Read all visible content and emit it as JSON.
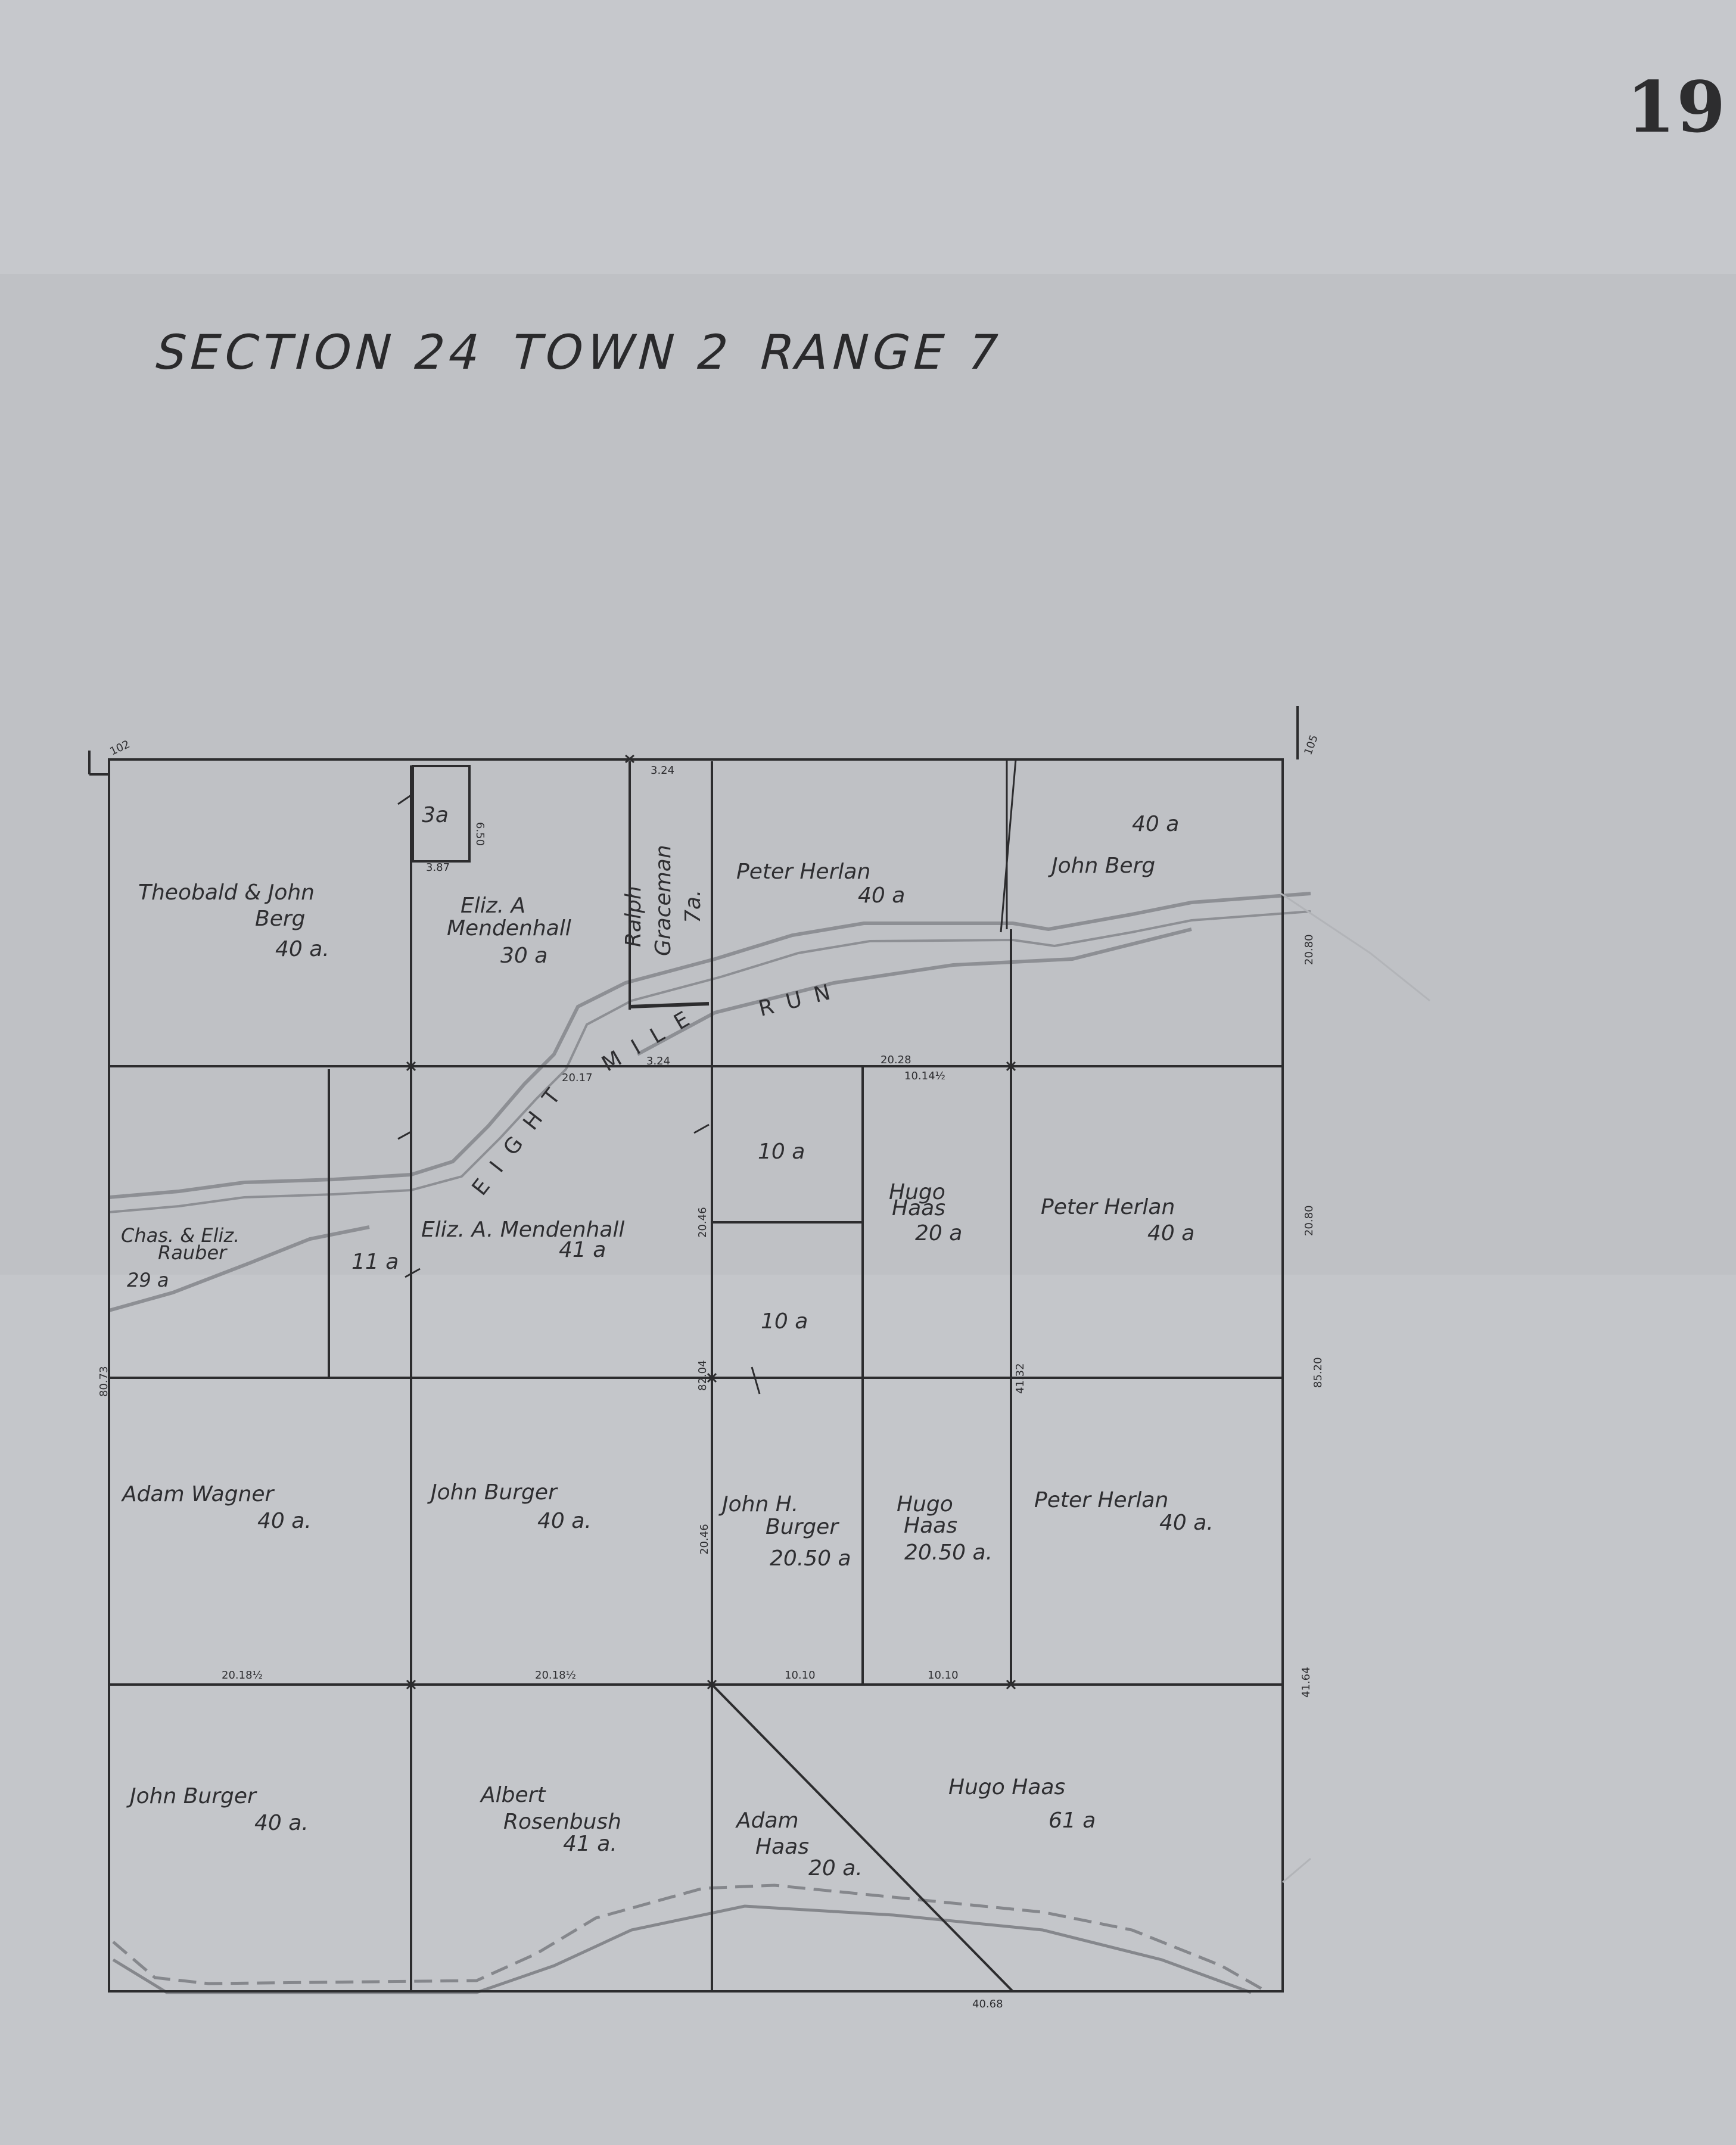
{
  "page_number": "19",
  "title": {
    "section": "SECTION  24",
    "town": "TOWN 2",
    "range": "RANGE  7"
  },
  "colors": {
    "background": "#c3c5c9",
    "ink": "#2e2e31",
    "stream": "#8d8f94"
  },
  "stream_name": [
    "EIGHT",
    "MILE",
    "RUN"
  ],
  "parcels": [
    {
      "id": "theobald-john-berg",
      "lines": [
        "Theobald & John",
        "Berg",
        "40 a."
      ]
    },
    {
      "id": "small-3a",
      "lines": [
        "3a"
      ]
    },
    {
      "id": "eliz-mendenhall-north",
      "lines": [
        "Eliz. A",
        "Mendenhall",
        "30 a"
      ]
    },
    {
      "id": "ralph-graceman",
      "lines": [
        "Ralph",
        "Graceman",
        "7a."
      ]
    },
    {
      "id": "peter-herlan-north",
      "lines": [
        "Peter  Herlan",
        "40 a"
      ]
    },
    {
      "id": "john-berg-north",
      "lines": [
        "40 a",
        "John  Berg"
      ]
    },
    {
      "id": "chas-eliz-rauber",
      "lines": [
        "Chas. & Eliz.",
        "Rauber",
        "29 a"
      ]
    },
    {
      "id": "parcel-11a",
      "lines": [
        "11 a"
      ]
    },
    {
      "id": "eliz-mendenhall-41a",
      "lines": [
        "Eliz. A. Mendenhall",
        "41 a"
      ]
    },
    {
      "id": "parcel-10a-upper",
      "lines": [
        "10 a"
      ]
    },
    {
      "id": "parcel-10a-lower",
      "lines": [
        "10 a"
      ]
    },
    {
      "id": "hugo-haas-20a",
      "lines": [
        "Hugo",
        "Haas",
        "20 a"
      ]
    },
    {
      "id": "peter-herlan-middle",
      "lines": [
        "Peter  Herlan",
        "40 a"
      ]
    },
    {
      "id": "adam-wagner",
      "lines": [
        "Adam   Wagner",
        "40 a."
      ]
    },
    {
      "id": "john-burger-middle",
      "lines": [
        "John   Burger",
        "40 a."
      ]
    },
    {
      "id": "john-h-burger",
      "lines": [
        "John H.",
        "Burger",
        "20.50 a"
      ]
    },
    {
      "id": "hugo-haas-2050",
      "lines": [
        "Hugo",
        "Haas",
        "20.50 a."
      ]
    },
    {
      "id": "peter-herlan-south",
      "lines": [
        "Peter    Herlan",
        "40 a."
      ]
    },
    {
      "id": "john-burger-south",
      "lines": [
        "John   Burger",
        "40 a."
      ]
    },
    {
      "id": "albert-rosenbush",
      "lines": [
        "Albert",
        "Rosenbush",
        "41 a."
      ]
    },
    {
      "id": "adam-haas",
      "lines": [
        "Adam",
        "Haas",
        "20 a."
      ]
    },
    {
      "id": "hugo-haas-61a",
      "lines": [
        "Hugo   Haas",
        "61 a"
      ]
    }
  ],
  "measurements": [
    {
      "id": "m-102",
      "text": "102"
    },
    {
      "id": "m-105",
      "text": "105"
    },
    {
      "id": "m-324-top",
      "text": "3.24"
    },
    {
      "id": "m-650",
      "text": "6.50"
    },
    {
      "id": "m-387",
      "text": "3.87"
    },
    {
      "id": "m-2017",
      "text": "20.17"
    },
    {
      "id": "m-324-mid",
      "text": "3.24"
    },
    {
      "id": "m-2028",
      "text": "20.28"
    },
    {
      "id": "m-1014",
      "text": "10.14½"
    },
    {
      "id": "m-2080-a",
      "text": "20.80"
    },
    {
      "id": "m-2080-b",
      "text": "20.80"
    },
    {
      "id": "m-2046",
      "text": "20.46"
    },
    {
      "id": "m-8073",
      "text": "80.73"
    },
    {
      "id": "m-8204",
      "text": "82.04"
    },
    {
      "id": "m-4132",
      "text": "41.32"
    },
    {
      "id": "m-8520",
      "text": "85.20"
    },
    {
      "id": "m-2046b",
      "text": "20.46"
    },
    {
      "id": "m-2018a",
      "text": "20.18½"
    },
    {
      "id": "m-2018b",
      "text": "20.18½"
    },
    {
      "id": "m-1010a",
      "text": "10.10"
    },
    {
      "id": "m-1010b",
      "text": "10.10"
    },
    {
      "id": "m-4164",
      "text": "41.64"
    },
    {
      "id": "m-4068",
      "text": "40.68"
    }
  ]
}
